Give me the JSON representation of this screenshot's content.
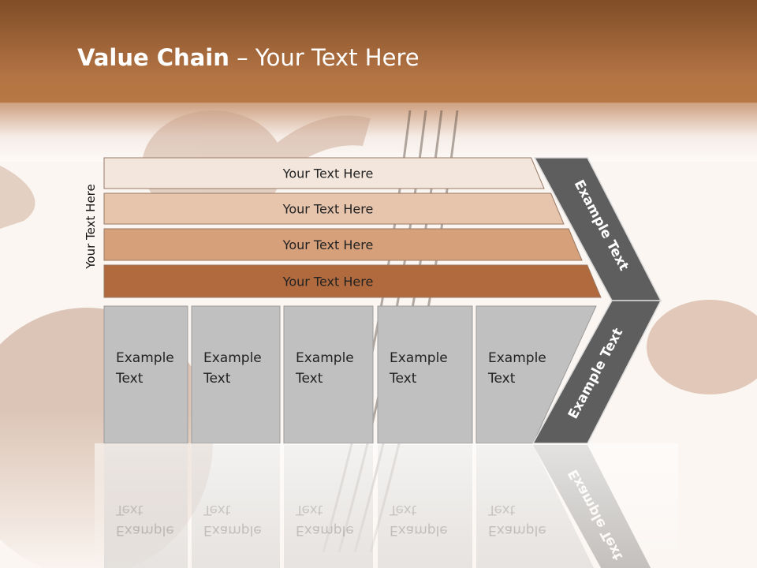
{
  "slide": {
    "title_bold": "Value Chain",
    "title_rest": " – Your Text Here",
    "side_label": "Your Text Here"
  },
  "bars": [
    {
      "label": "Your Text Here",
      "color": "#f3e6dd"
    },
    {
      "label": "Your Text Here",
      "color": "#e7c4ac"
    },
    {
      "label": "Your Text Here",
      "color": "#d6a07b"
    },
    {
      "label": "Your Text Here",
      "color": "#b06a3d"
    }
  ],
  "columns": [
    {
      "line1": "Example",
      "line2": "Text"
    },
    {
      "line1": "Example",
      "line2": "Text"
    },
    {
      "line1": "Example",
      "line2": "Text"
    },
    {
      "line1": "Example",
      "line2": "Text"
    },
    {
      "line1": "Example",
      "line2": "Text"
    }
  ],
  "chevron": {
    "upper_text": "Example Text",
    "lower_text": "Example Text",
    "color": "#5e5e5e"
  },
  "colors": {
    "header_top": "#7f4d27",
    "header_bottom": "#b87845",
    "column_fill": "#c0c0c0"
  }
}
